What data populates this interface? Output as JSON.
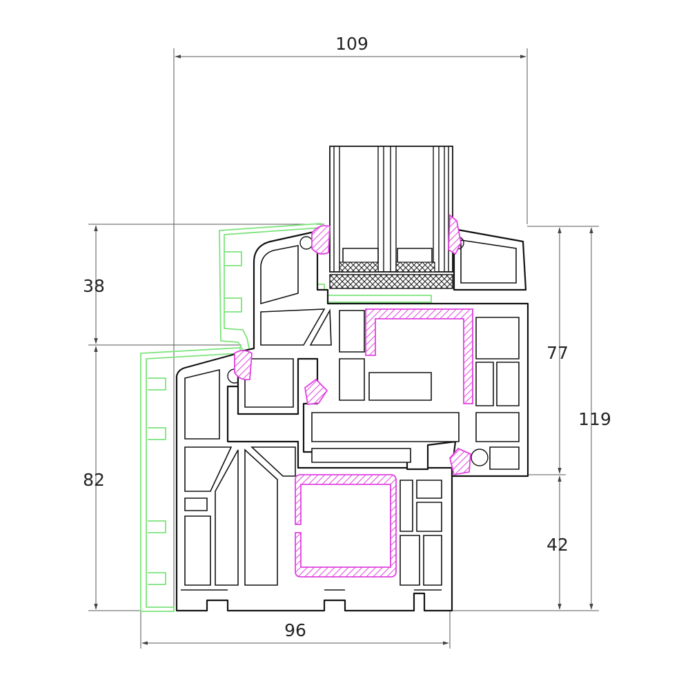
{
  "dimensions": {
    "total_width": "109",
    "bottom_width": "96",
    "left_upper_height": "38",
    "left_lower_height": "82",
    "right_sash_height": "77",
    "right_total_height": "119",
    "right_lower_height": "42"
  },
  "colors": {
    "profile_outline": "#111111",
    "dimension_lines": "#555555",
    "cladding_outline": "#7be37b",
    "reinforcement_and_gaskets": "#e040e0"
  }
}
